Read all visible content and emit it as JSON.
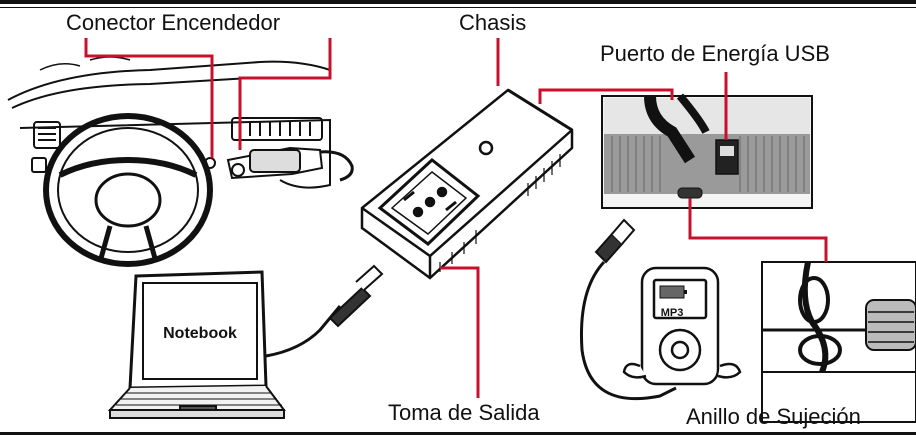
{
  "labels": {
    "lighter_connector": "Conector Encendedor",
    "chassis": "Chasis",
    "usb_port": "Puerto de Energía USB",
    "output_socket": "Toma de Salida",
    "holding_ring": "Anillo de Sujeción"
  },
  "devices": {
    "notebook": "Notebook",
    "mp3": "MP3"
  },
  "colors": {
    "leader_line": "#c8102e",
    "ink": "#111111"
  }
}
